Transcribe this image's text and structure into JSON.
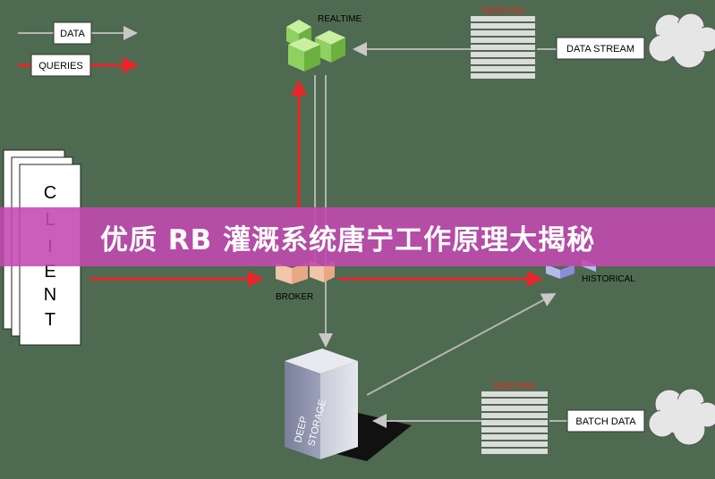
{
  "legend": {
    "data_label": "DATA",
    "queries_label": "QUERIES"
  },
  "nodes": {
    "realtime": "REALTIME",
    "broker": "BROKER",
    "historical": "HISTORICAL",
    "deep_storage_line1": "DEEP",
    "deep_storage_line2": "STORAGE",
    "data_stream": "DATA STREAM",
    "batch_data": "BATCH DATA",
    "indexing_top": "INDEXING",
    "indexing_bottom": "INDEXING",
    "client_letters": [
      "C",
      "L",
      "I",
      "E",
      "N",
      "T"
    ]
  },
  "banner": {
    "title": "优质 RB 灌溉系统唐宁工作原理大揭秘"
  },
  "colors": {
    "background": "#4e6a50",
    "data_arrow": "#b4b4b4",
    "query_arrow": "#e8262a",
    "banner": "#c448b0"
  }
}
